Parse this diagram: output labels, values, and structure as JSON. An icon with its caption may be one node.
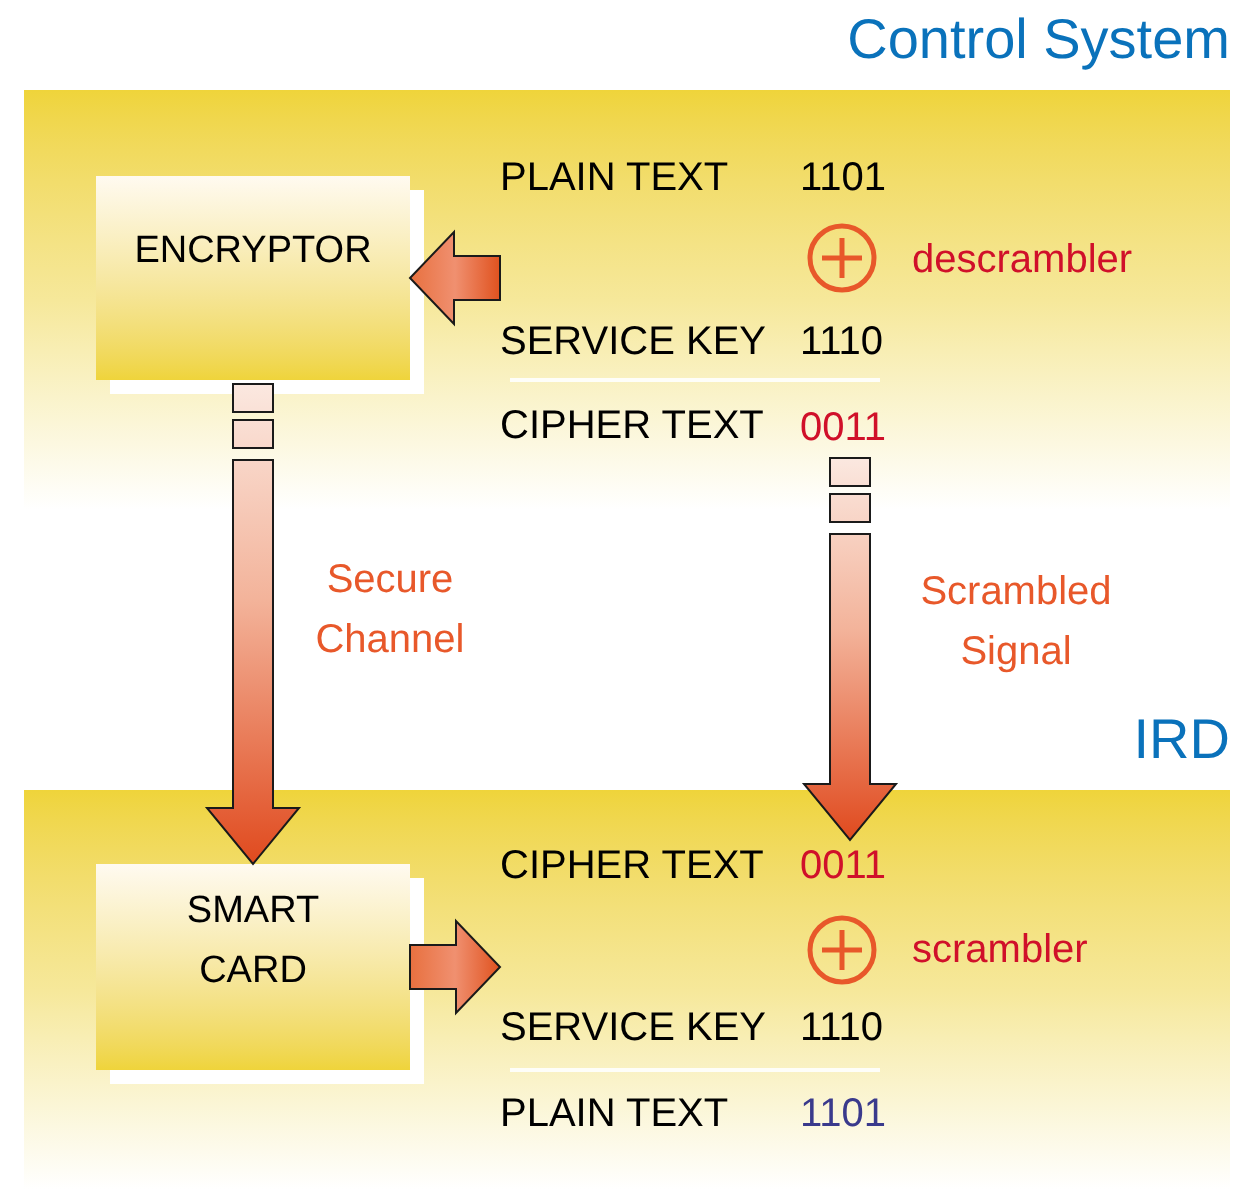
{
  "diagram": {
    "nodes": [
      {
        "text": [
          "Control System"
        ]
      },
      {
        "text": [
          "ENCRYPTOR"
        ],
        "in": 0
      },
      {
        "text": [
          "SERVICE KEY"
        ],
        "in": 0
      },
      {
        "text": [
          "0011"
        ],
        "in": 0
      },
      {
        "text": [
          "IRD"
        ]
      },
      {
        "text": [
          "SMART CARD"
        ],
        "in": 4
      },
      {
        "text": [
          "0011"
        ],
        "in": 4
      },
      {
        "text": [
          "SERVICE KEY"
        ],
        "in": 4
      }
    ],
    "edges": [
      {
        "from": 2,
        "to": 1,
        "arrow": "to",
        "style": "thick"
      },
      {
        "from": 1,
        "to": 5,
        "arrow": "to",
        "style": "thick",
        "label": "Secure Channel"
      },
      {
        "from": 3,
        "to": 6,
        "arrow": "to",
        "style": "thick",
        "label": "Scrambled Signal"
      },
      {
        "from": 5,
        "to": 7,
        "arrow": "to",
        "style": "thick"
      }
    ],
    "labels": [
      "PLAIN TEXT",
      "1101",
      "descrambler",
      "1110",
      "CIPHER TEXT",
      "CIPHER TEXT",
      "scrambler",
      "1110",
      "PLAIN TEXT",
      "1101"
    ]
  }
}
